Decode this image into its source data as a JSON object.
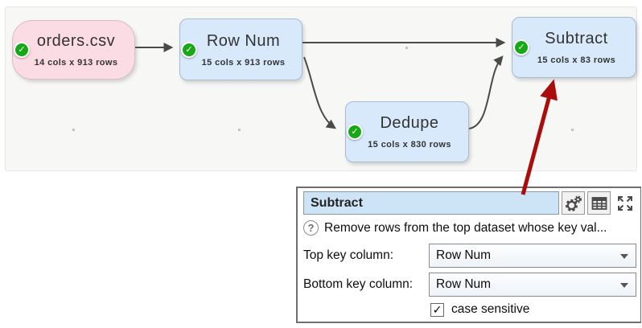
{
  "flow": {
    "nodes": [
      {
        "label": "orders.csv",
        "sublabel": "14 cols x 913 rows",
        "type": "source"
      },
      {
        "label": "Row Num",
        "sublabel": "15 cols x 913 rows",
        "type": "transform"
      },
      {
        "label": "Dedupe",
        "sublabel": "15 cols x 830 rows",
        "type": "transform"
      },
      {
        "label": "Subtract",
        "sublabel": "15 cols x 83 rows",
        "type": "transform"
      }
    ],
    "status_glyph": "✓",
    "colors": {
      "source_node_fill": "#fbdbe4",
      "transform_node_fill": "#d7e9fb",
      "status_ok_green": "#17a817",
      "connector_gray": "#4a4a4a",
      "annotation_arrow_red": "#ab0c0c"
    }
  },
  "panel": {
    "title_value": "Subtract",
    "toolbar": [
      {
        "name": "transform-settings",
        "icon": "gears-icon"
      },
      {
        "name": "show-table",
        "icon": "table-icon"
      },
      {
        "name": "maximize-panel",
        "icon": "expand-icon"
      }
    ],
    "help_glyph": "?",
    "help_text": "Remove rows from the top dataset whose key val...",
    "fields": [
      {
        "label": "Top key column:",
        "value": "Row Num"
      },
      {
        "label": "Bottom key column:",
        "value": "Row Num"
      }
    ],
    "checkbox": {
      "label": "case sensitive",
      "checked": true,
      "glyph": "✓"
    }
  }
}
